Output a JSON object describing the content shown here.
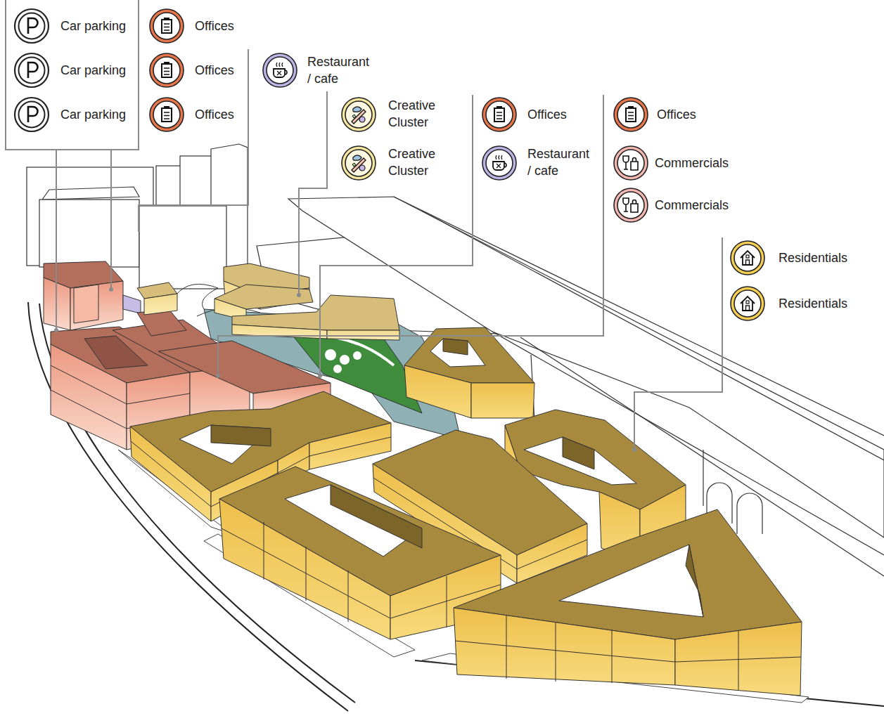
{
  "diagram": {
    "labels": [
      "Car parking",
      "Car parking",
      "Car parking",
      "Offices",
      "Offices",
      "Offices",
      "Restaurant / cafe",
      "Creative Cluster",
      "Creative Cluster",
      "Offices",
      "Restaurant / cafe",
      "Offices",
      "Commercials",
      "Commercials",
      "Residentials",
      "Residentials"
    ]
  }
}
